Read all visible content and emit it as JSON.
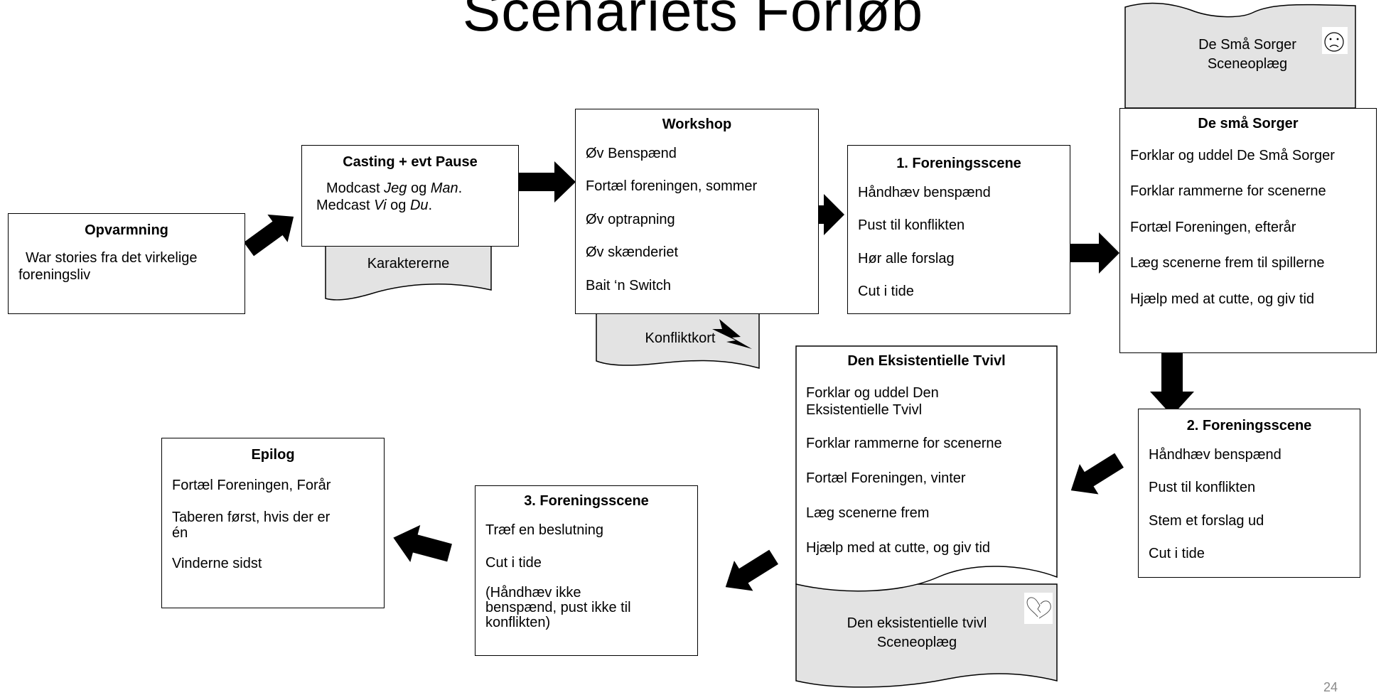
{
  "title": "Scenariets Forløb",
  "page_number": "24",
  "colors": {
    "doc_fill": "#e3e3e3",
    "stroke": "#000000",
    "arrow": "#000000"
  },
  "icons": {
    "sad_face": "sad-face-icon",
    "lightning": "lightning-icon",
    "broken_heart": "broken-heart-icon"
  },
  "boxes": {
    "opvarmning": {
      "title": "Opvarmning",
      "line1": "War stories fra det virkelige",
      "line2": "foreningsliv"
    },
    "casting": {
      "title": "Casting + evt Pause",
      "line1_a": "Modcast ",
      "line1_b": "Jeg",
      "line1_c": " og ",
      "line1_d": "Man",
      "line1_e": ".",
      "line2_a": "Medcast ",
      "line2_b": "Vi",
      "line2_c": " og ",
      "line2_d": "Du",
      "line2_e": "."
    },
    "workshop": {
      "title": "Workshop",
      "items": [
        "Øv Benspænd",
        "Fortæl foreningen, sommer",
        "Øv optrapning",
        "Øv skænderiet",
        "Bait ‘n Switch"
      ]
    },
    "forening1": {
      "title": "1. Foreningsscene",
      "items": [
        "Håndhæv benspænd",
        "Pust til konflikten",
        "Hør alle forslag",
        "Cut i tide"
      ]
    },
    "smaa_sorger": {
      "title": "De små Sorger",
      "items": [
        "Forklar og uddel De Små Sorger",
        "Forklar rammerne for scenerne",
        "Fortæl Foreningen, efterår",
        "Læg scenerne frem til spillerne",
        "Hjælp med at cutte, og giv tid"
      ]
    },
    "forening2": {
      "title": "2. Foreningsscene",
      "items": [
        "Håndhæv benspænd",
        "Pust til konflikten",
        "Stem et forslag ud",
        "Cut i tide"
      ]
    },
    "tvivl": {
      "title": "Den Eksistentielle Tvivl",
      "item0_line1": "Forklar og uddel Den",
      "item0_line2": "Eksistentielle Tvivl",
      "items": [
        "Forklar rammerne for scenerne",
        "Fortæl Foreningen, vinter",
        "Læg scenerne frem",
        "Hjælp med at cutte, og giv tid"
      ]
    },
    "forening3": {
      "title": "3. Foreningsscene",
      "items": [
        "Træf en beslutning",
        "Cut i tide"
      ],
      "note_line1": "(Håndhæv ikke",
      "note_line2": "benspænd, pust ikke til",
      "note_line3": "konflikten)"
    },
    "epilog": {
      "title": "Epilog",
      "item0": "Fortæl Foreningen, Forår",
      "item1_line1": "Taberen først, hvis der er",
      "item1_line2": "én",
      "item2": "Vinderne sidst"
    }
  },
  "docs": {
    "karaktererne": "Karaktererne",
    "konfliktkort": "Konfliktkort",
    "smaa_sorger_line1": "De Små Sorger",
    "smaa_sorger_line2": "Sceneoplæg",
    "tvivl_line1": "Den eksistentielle tvivl",
    "tvivl_line2": "Sceneoplæg"
  }
}
